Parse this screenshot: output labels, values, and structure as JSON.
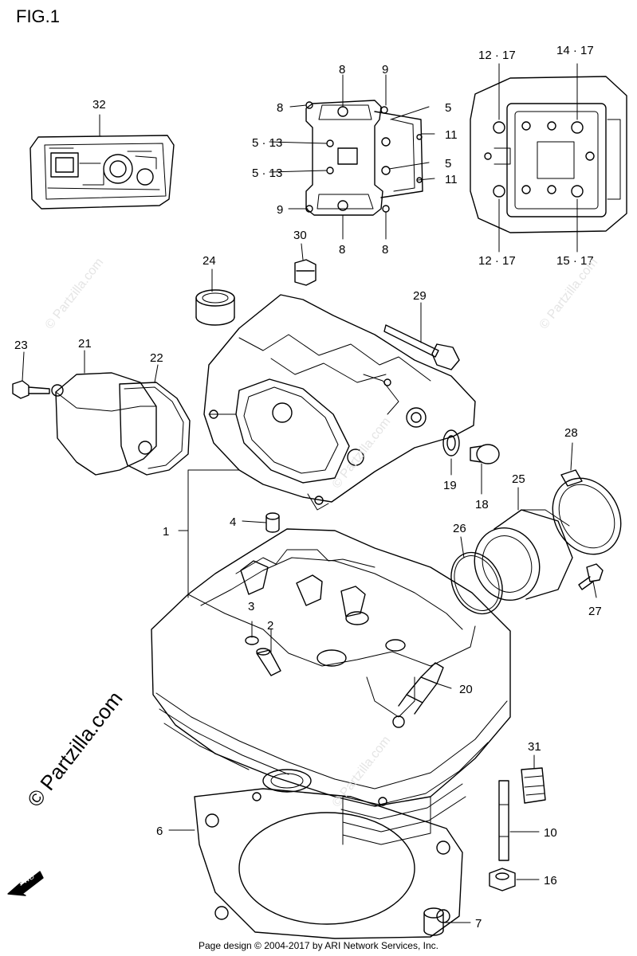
{
  "figure": {
    "title": "FIG.1",
    "footer": "Page design © 2004-2017 by ARI Network Services, Inc.",
    "watermark": "© Partzilla.com",
    "fwd_label": "FWD"
  },
  "callouts": [
    {
      "id": "c32",
      "label": "32"
    },
    {
      "id": "c8a",
      "label": "8"
    },
    {
      "id": "c9a",
      "label": "9"
    },
    {
      "id": "c8b",
      "label": "8"
    },
    {
      "id": "c5a",
      "label": "5"
    },
    {
      "id": "c513a",
      "label": "5 · 13"
    },
    {
      "id": "c11a",
      "label": "11"
    },
    {
      "id": "c513b",
      "label": "5 · 13"
    },
    {
      "id": "c5b",
      "label": "5"
    },
    {
      "id": "c11b",
      "label": "11"
    },
    {
      "id": "c9b",
      "label": "9"
    },
    {
      "id": "c8c",
      "label": "8"
    },
    {
      "id": "c8d",
      "label": "8"
    },
    {
      "id": "c1217a",
      "label": "12 · 17"
    },
    {
      "id": "c1417",
      "label": "14 · 17"
    },
    {
      "id": "c1217b",
      "label": "12 · 17"
    },
    {
      "id": "c1517",
      "label": "15 · 17"
    },
    {
      "id": "c30",
      "label": "30"
    },
    {
      "id": "c24",
      "label": "24"
    },
    {
      "id": "c29",
      "label": "29"
    },
    {
      "id": "c23",
      "label": "23"
    },
    {
      "id": "c21",
      "label": "21"
    },
    {
      "id": "c22",
      "label": "22"
    },
    {
      "id": "c19",
      "label": "19"
    },
    {
      "id": "c18",
      "label": "18"
    },
    {
      "id": "c28",
      "label": "28"
    },
    {
      "id": "c25",
      "label": "25"
    },
    {
      "id": "c26",
      "label": "26"
    },
    {
      "id": "c1",
      "label": "1"
    },
    {
      "id": "c4",
      "label": "4"
    },
    {
      "id": "c27",
      "label": "27"
    },
    {
      "id": "c3",
      "label": "3"
    },
    {
      "id": "c2",
      "label": "2"
    },
    {
      "id": "c20",
      "label": "20"
    },
    {
      "id": "c31",
      "label": "31"
    },
    {
      "id": "c6",
      "label": "6"
    },
    {
      "id": "c10",
      "label": "10"
    },
    {
      "id": "c16",
      "label": "16"
    },
    {
      "id": "c7",
      "label": "7"
    }
  ]
}
